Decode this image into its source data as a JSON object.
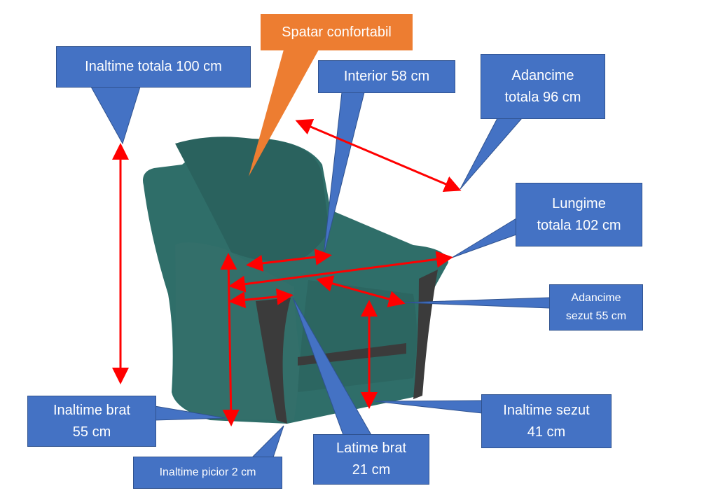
{
  "colors": {
    "callout_blue": "#4472c4",
    "callout_orange": "#ed7d31",
    "arrow_red": "#ff0000",
    "chair_teal": "#2f6e69"
  },
  "callouts": {
    "total_height": "Inaltime totala 100 cm",
    "comfortable_back": "Spatar confortabil",
    "interior": "Interior 58 cm",
    "total_depth": "Adancime\ntotala 96 cm",
    "total_length": "Lungime\ntotala 102 cm",
    "seat_depth": "Adancime\nsezut 55 cm",
    "seat_height": "Inaltime sezut\n41 cm",
    "arm_width": "Latime brat\n21 cm",
    "leg_height": "Inaltime picior 2 cm",
    "arm_height": "Inaltime brat\n55 cm"
  }
}
